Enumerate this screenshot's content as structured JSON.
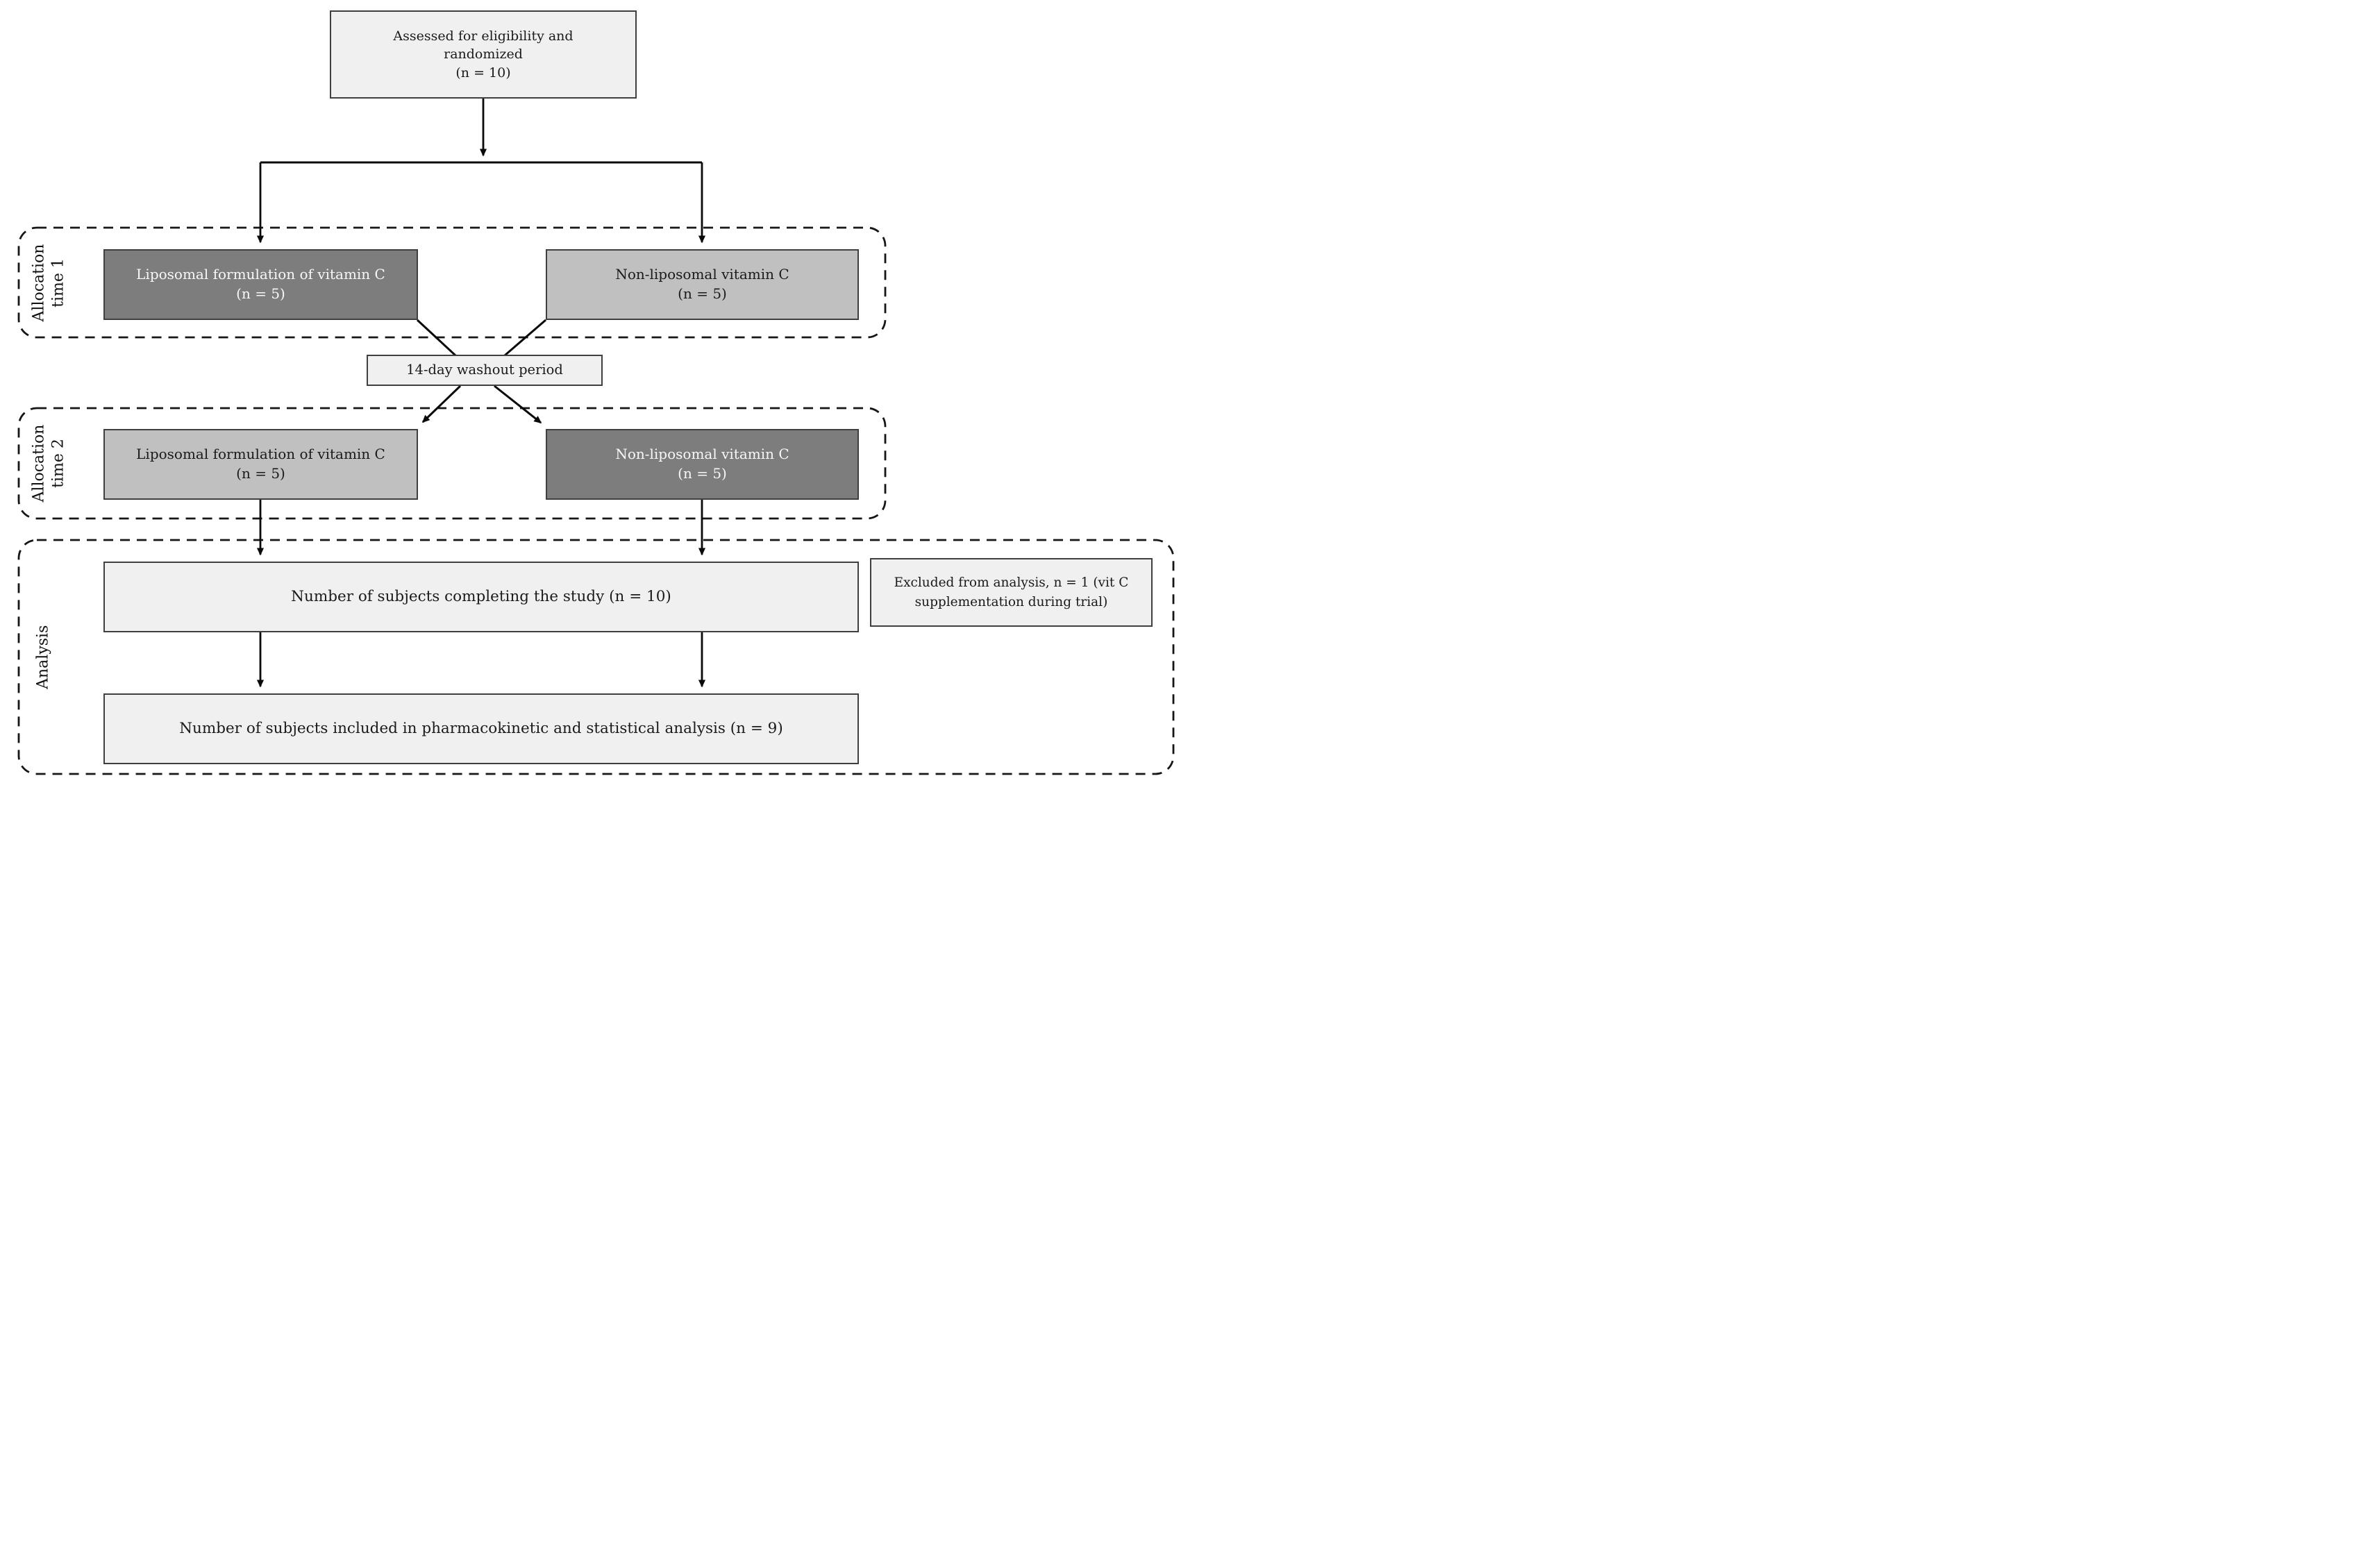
{
  "colors": {
    "dark_box": "#7d7d7d",
    "light_box": "#c0c0c0",
    "pale_box": "#f0f0f0",
    "box_border": "#3f3f3f",
    "line": "#0a0a0a",
    "text": "#1a1a1a",
    "text_on_dark": "#f8f8f8"
  },
  "flow": {
    "assessed": {
      "line1": "Assessed for eligibility and",
      "line2": "randomized",
      "n": "(n = 10)"
    },
    "allocation1": {
      "label_line1": "Allocation",
      "label_line2": "time 1",
      "liposomal": {
        "title": "Liposomal formulation of vitamin C",
        "n": "(n = 5)"
      },
      "non_liposomal": {
        "title": "Non-liposomal vitamin C",
        "n": "(n = 5)"
      }
    },
    "washout": {
      "title": "14-day washout period"
    },
    "allocation2": {
      "label_line1": "Allocation",
      "label_line2": "time 2",
      "liposomal": {
        "title": "Liposomal formulation of vitamin C",
        "n": "(n = 5)"
      },
      "non_liposomal": {
        "title": "Non-liposomal vitamin C",
        "n": "(n = 5)"
      }
    },
    "analysis": {
      "label": "Analysis",
      "completing": "Number of subjects completing the study (n = 10)",
      "excluded_line1": "Excluded from analysis, n = 1 (vit C",
      "excluded_line2": "supplementation during trial)",
      "included": "Number of subjects included in pharmacokinetic and statistical analysis (n = 9)"
    }
  }
}
